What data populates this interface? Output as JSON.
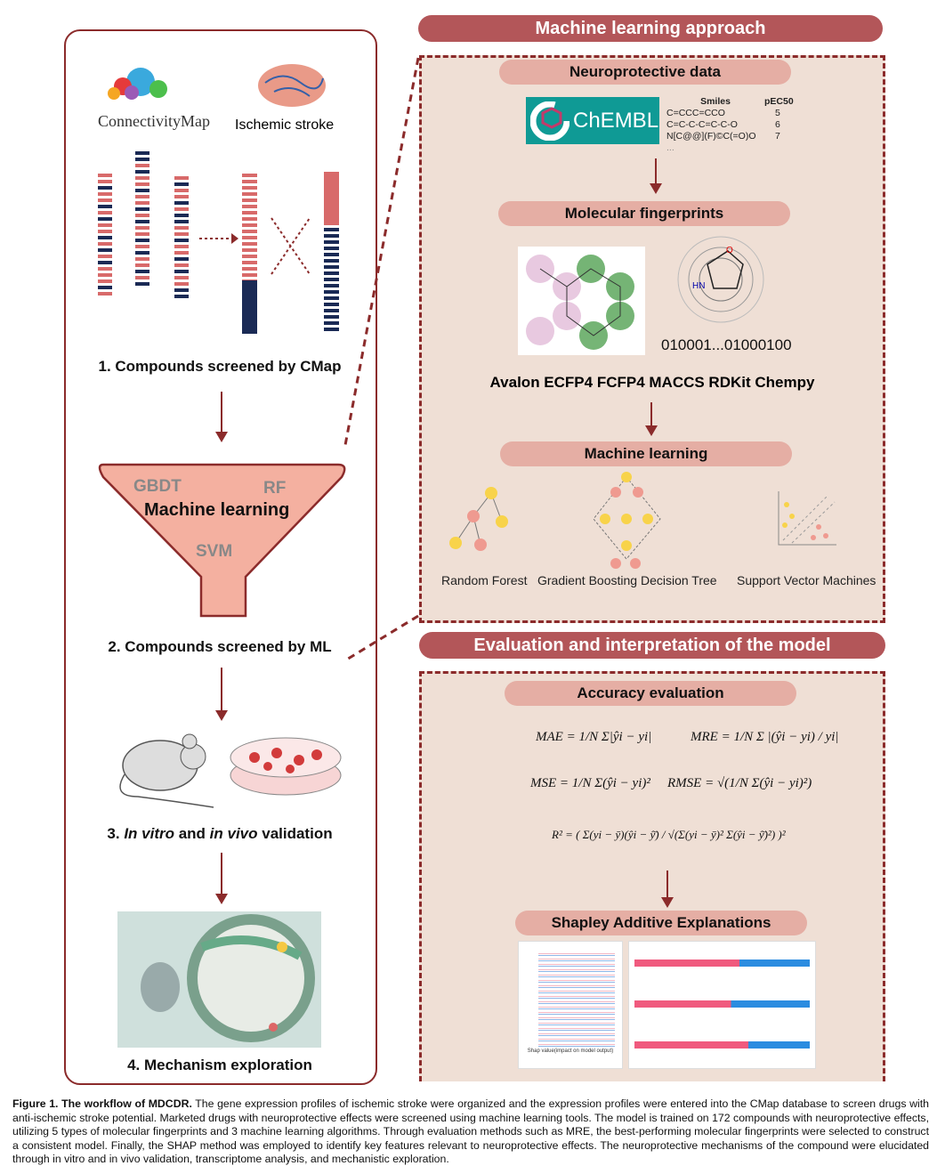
{
  "left": {
    "cmap_logo": "ConnectivityMap",
    "stroke_label": "Ischemic stroke",
    "step1": "1. Compounds screened by CMap",
    "funnel": {
      "gbdt": "GBDT",
      "rf": "RF",
      "title": "Machine learning",
      "svm": "SVM"
    },
    "step2": "2. Compounds screened by ML",
    "step3_prefix": "3. ",
    "step3_invitro": "In vitro",
    "step3_and": " and ",
    "step3_invivo": "in vivo",
    "step3_suffix": " validation",
    "step4": "4. Mechanism exploration"
  },
  "ml": {
    "banner": "Machine learning approach",
    "neuro_data": "Neuroprotective data",
    "chembl": "ChEMBL",
    "table": {
      "headers": [
        "Smiles",
        "pEC50"
      ],
      "rows": [
        [
          "C=CCC=CCO",
          "5"
        ],
        [
          "C=C-C-C=C-C-O",
          "6"
        ],
        [
          "N[C@@](F)©C(=O)O",
          "7"
        ]
      ],
      "more": "..."
    },
    "fingerprints": "Molecular fingerprints",
    "bitstring": "010001...01000100",
    "fp_types": "Avalon ECFP4 FCFP4 MACCS RDKit Chempy",
    "machine_learning": "Machine learning",
    "models": [
      "Random Forest",
      "Gradient Boosting Decision Tree",
      "Support Vector Machines"
    ]
  },
  "eval": {
    "banner": "Evaluation and interpretation of the model",
    "accuracy": "Accuracy evaluation",
    "mae": "MAE = 1/N Σ|ŷi − yi|",
    "mre": "MRE = 1/N Σ |(ŷi − yi) / yi|",
    "mse": "MSE = 1/N Σ(ŷi − yi)²",
    "rmse": "RMSE = √(1/N Σ(ŷi − yi)²)",
    "r2": "R² = ( Σ(yi − ȳ)(ŷi − ŷ̄) / √(Σ(yi − ȳ)² Σ(ŷi − ŷ̄)²) )²",
    "shap": "Shapley Additive Explanations",
    "shap_xlabel": "Shap value(impact on model output)"
  },
  "caption": {
    "bold": "Figure 1. The workflow of MDCDR.",
    "text": " The gene expression profiles of ischemic stroke were organized and the expression profiles were entered into the CMap database to screen drugs with anti-ischemic stroke potential. Marketed drugs with neuroprotective effects were screened using machine learning tools. The model is trained on 172 compounds with neuroprotective effects, utilizing 5 types of molecular fingerprints and 3 machine learning algorithms. Through evaluation methods such as MRE, the best-performing molecular fingerprints were selected to construct a consistent model. Finally, the SHAP method was employed to identify key features relevant to neuroprotective effects. The neuroprotective mechanisms of the compound were elucidated through in vitro and in vivo validation, transcriptome analysis, and mechanistic exploration."
  }
}
